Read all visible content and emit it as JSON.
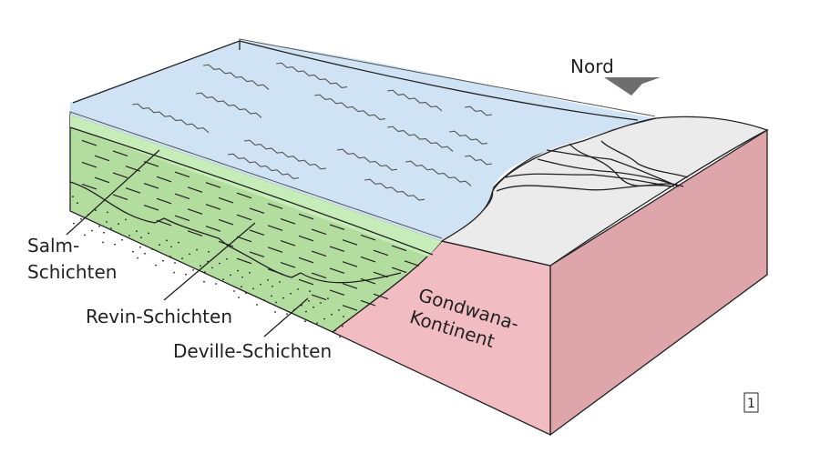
{
  "labels": {
    "salm_line1": "Salm-",
    "salm_line2": "Schichten",
    "revin": "Revin-Schichten",
    "deville": "Deville-Schichten",
    "gondwana_line1": "Gondwana-",
    "gondwana_line2": "Kontinent",
    "north": "Nord",
    "figure_number": "1"
  },
  "colors": {
    "water": "#cfe3f5",
    "sediment": "#b3dd9f",
    "sediment_top": "#c6ecb8",
    "continent_front": "#f2bdc2",
    "continent_side": "#dea6aa",
    "land_surface": "#ebebeb",
    "north_arrow": "#6e6e6e"
  }
}
